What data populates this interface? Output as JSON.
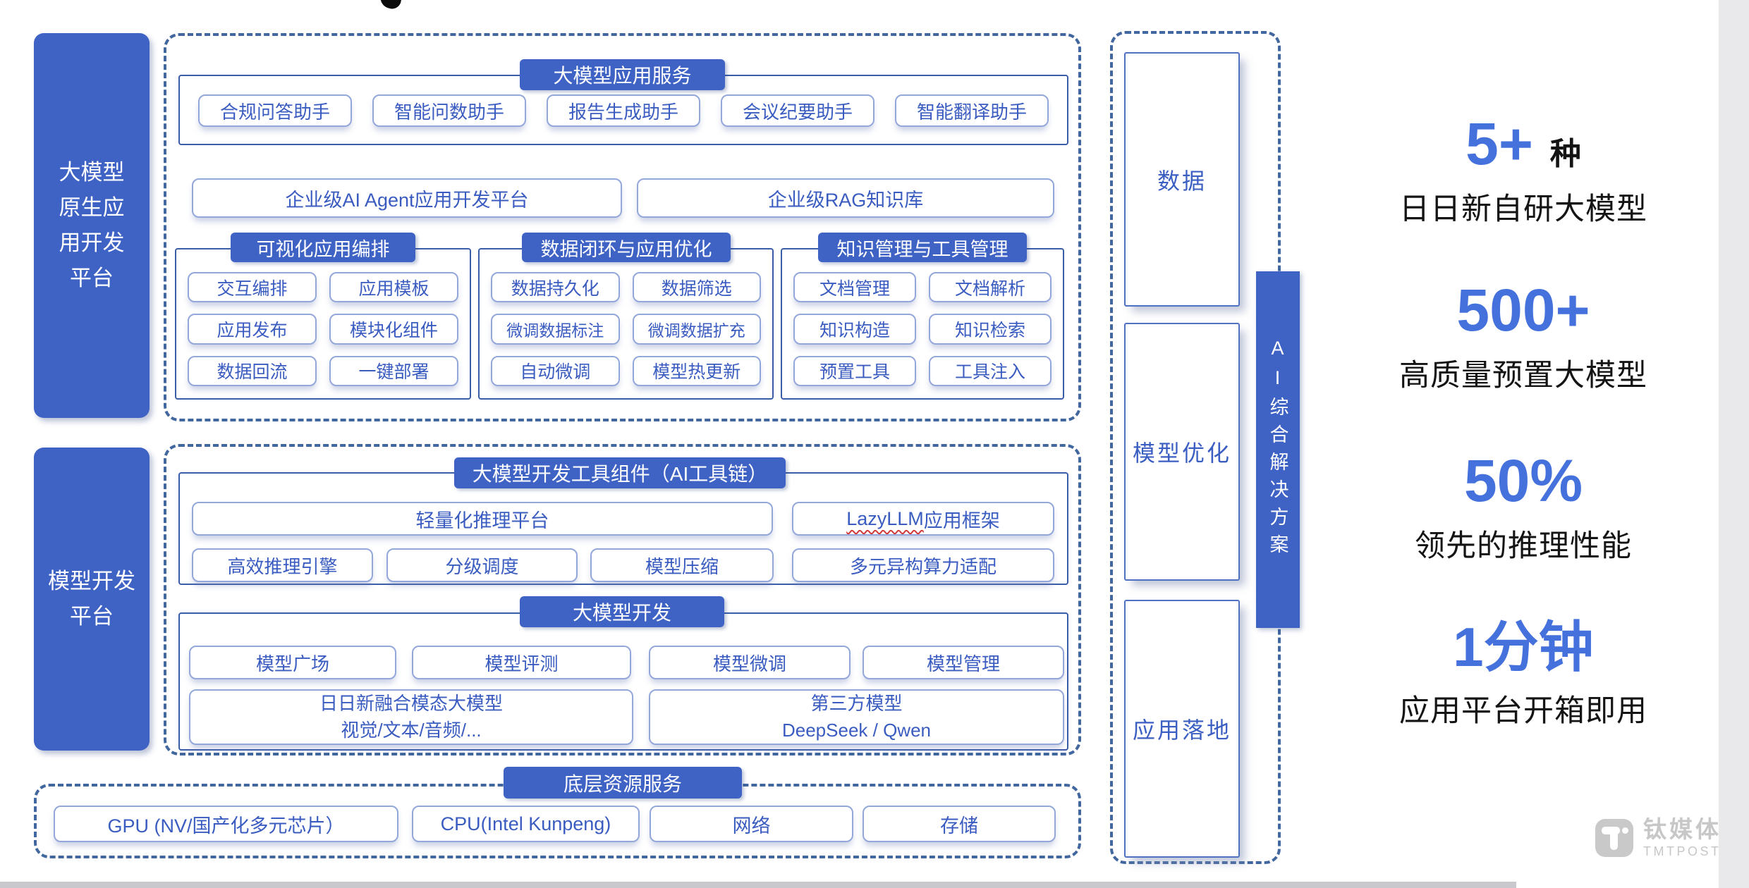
{
  "colors": {
    "primary_blue": "#3f63c5",
    "stat_blue": "#4471dc",
    "dotted_border": "#41679e",
    "button_text": "#3a5cc0"
  },
  "app_platform": {
    "sidebar_label": "大模型\n原生应\n用开发\n平台",
    "app_services": {
      "title": "大模型应用服务",
      "items": [
        "合规问答助手",
        "智能问数助手",
        "报告生成助手",
        "会议纪要助手",
        "智能翻译助手"
      ]
    },
    "platform_buttons": [
      "企业级AI Agent应用开发平台",
      "企业级RAG知识库"
    ],
    "groups": [
      {
        "title": "可视化应用编排",
        "items": [
          "交互编排",
          "应用模板",
          "应用发布",
          "模块化组件",
          "数据回流",
          "一键部署"
        ]
      },
      {
        "title": "数据闭环与应用优化",
        "items": [
          "数据持久化",
          "数据筛选",
          "微调数据标注",
          "微调数据扩充",
          "自动微调",
          "模型热更新"
        ]
      },
      {
        "title": "知识管理与工具管理",
        "items": [
          "文档管理",
          "文档解析",
          "知识构造",
          "知识检索",
          "预置工具",
          "工具注入"
        ]
      }
    ]
  },
  "model_platform": {
    "sidebar_label": "模型开发\n平台",
    "toolchain": {
      "title": "大模型开发工具组件（AI工具链）",
      "wide_button": "轻量化推理平台",
      "lazyllm_name": "LazyLLM",
      "lazyllm_suffix": " 应用框架",
      "row": [
        "高效推理引擎",
        "分级调度",
        "模型压缩",
        "多元异构算力适配"
      ]
    },
    "model_dev": {
      "title": "大模型开发",
      "row": [
        "模型广场",
        "模型评测",
        "模型微调",
        "模型管理"
      ],
      "wide1": "日日新融合模态大模型\n视觉/文本/音频/...",
      "wide2": "第三方模型\nDeepSeek / Qwen"
    }
  },
  "infra": {
    "title": "底层资源服务",
    "items": [
      "GPU (NV/国产化多元芯片）",
      "CPU(Intel Kunpeng)",
      "网络",
      "存储"
    ]
  },
  "solution_column": {
    "stages": [
      "数据",
      "模型优化",
      "应用落地"
    ],
    "banner": "AI综合解决方案"
  },
  "stats": [
    {
      "value": "5+",
      "unit": "种",
      "label": "日日新自研大模型"
    },
    {
      "value": "500+",
      "unit": "",
      "label": "高质量预置大模型"
    },
    {
      "value": "50%",
      "unit": "",
      "label": "领先的推理性能"
    },
    {
      "value": "1分钟",
      "unit": "",
      "label": "应用平台开箱即用"
    }
  ],
  "watermark": {
    "cn": "钛媒体",
    "en": "TMTPOST"
  }
}
